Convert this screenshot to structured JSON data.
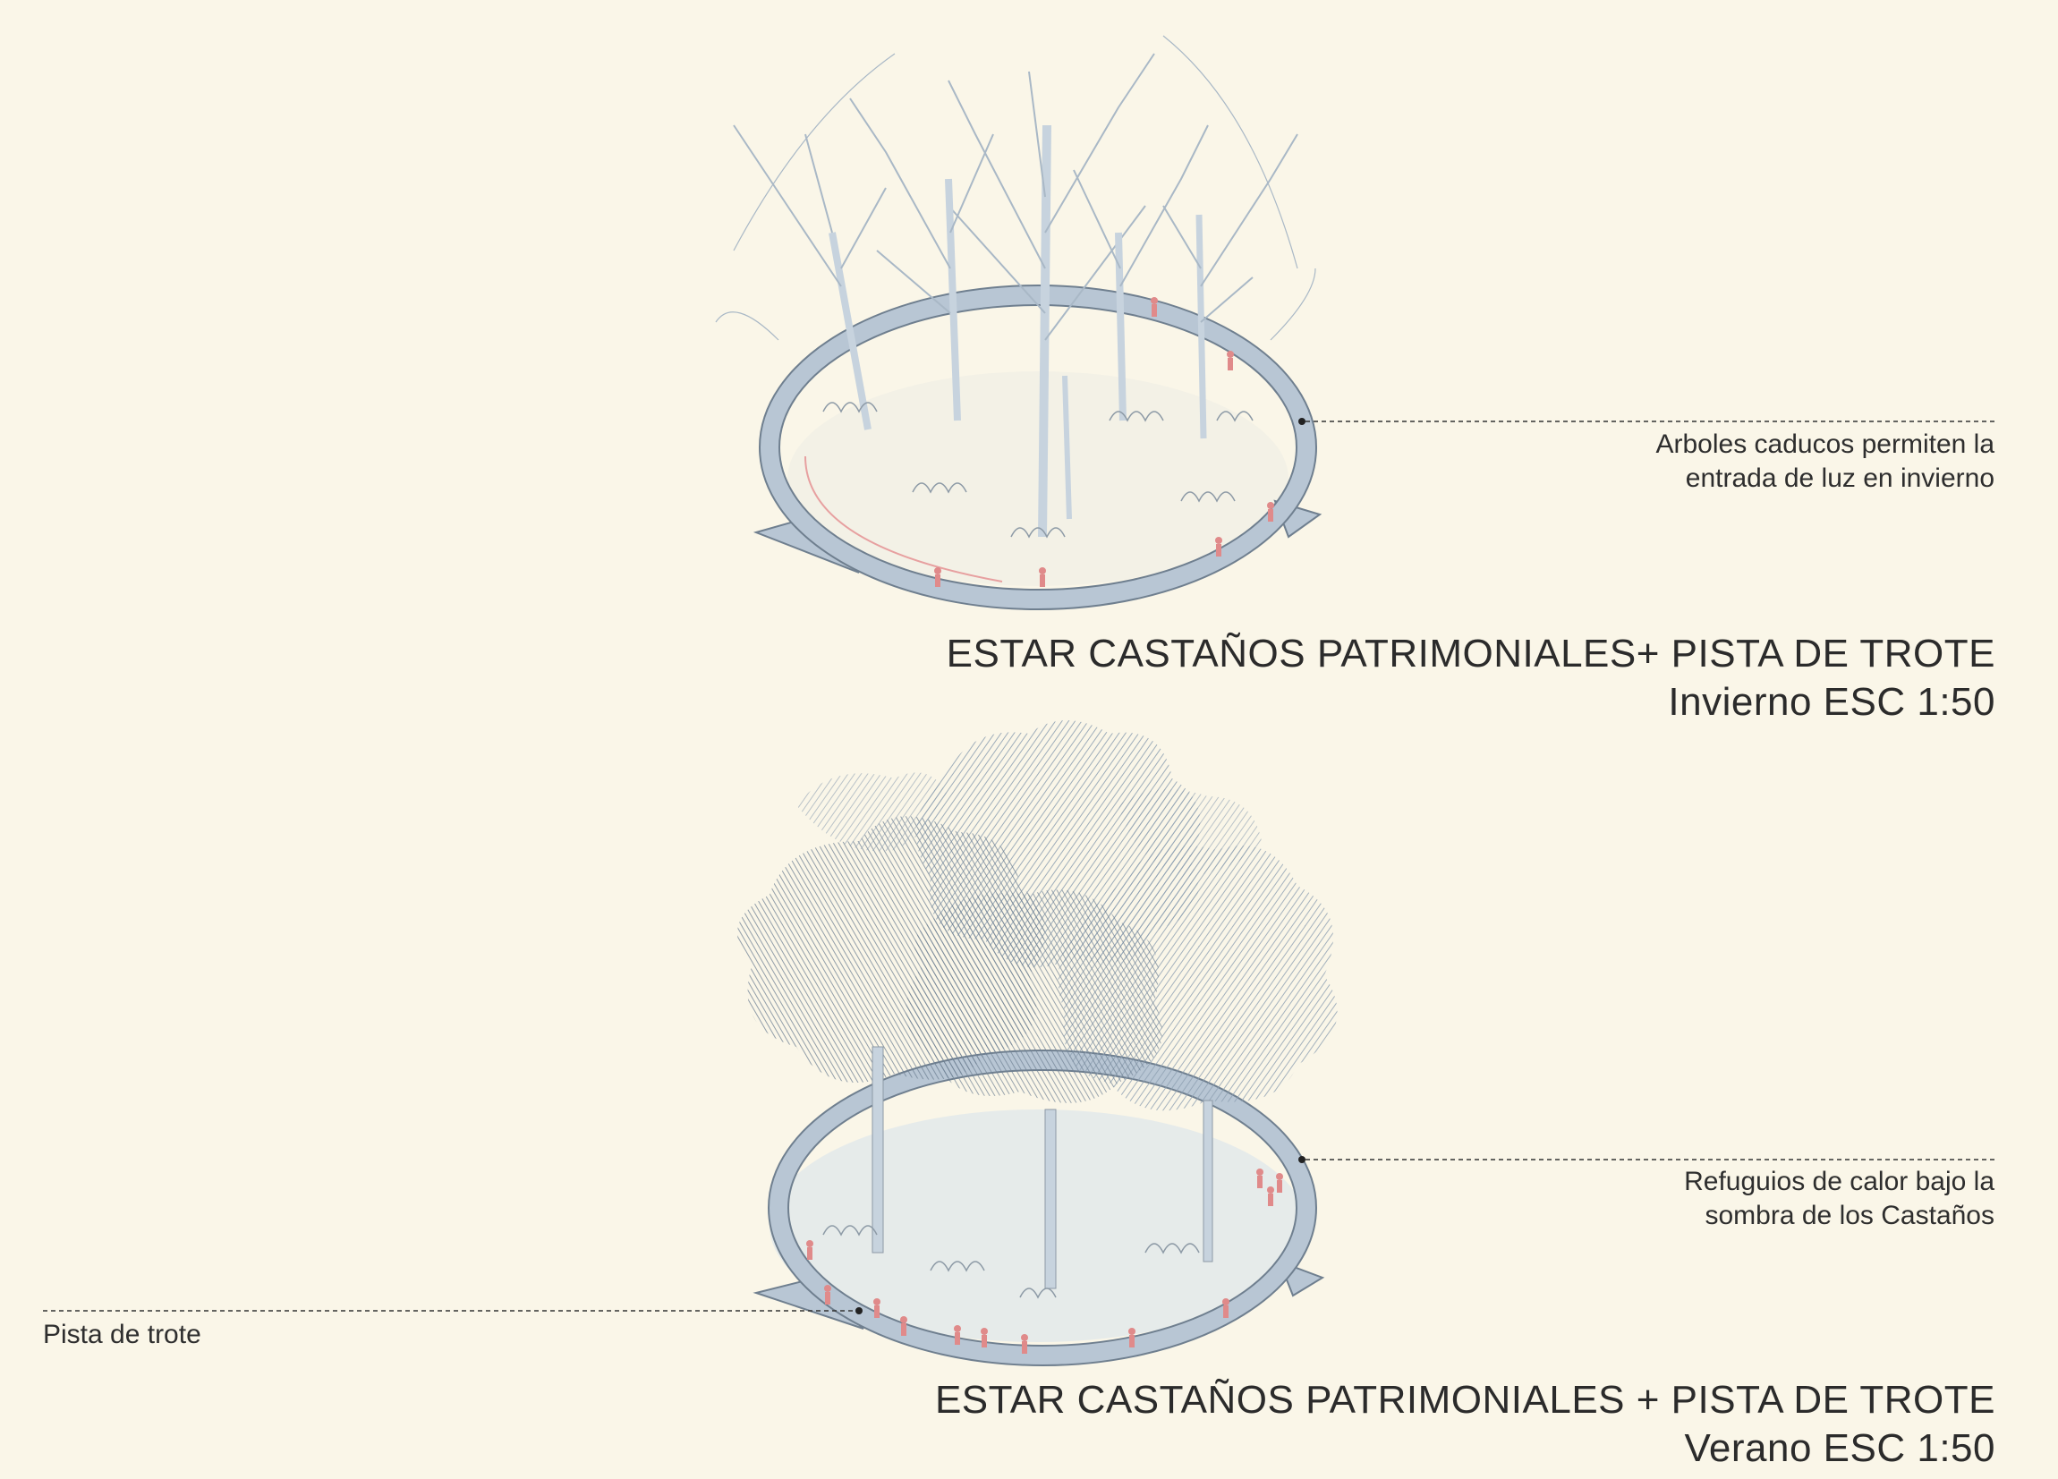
{
  "colors": {
    "background": "#faf6e8",
    "track": "#b8c6d4",
    "track_edge": "#6f7f8f",
    "branches": "#a9b8c6",
    "foliage": "#9fb0c0",
    "people": "#e08a8a",
    "ground": "#dfe6e6"
  },
  "winter": {
    "annotation_line1": "Arboles caducos permiten la",
    "annotation_line2": "entrada de luz en invierno",
    "title_line1": "ESTAR CASTAÑOS PATRIMONIALES+ PISTA DE TROTE",
    "title_line2": "Invierno ESC 1:50"
  },
  "summer": {
    "annotation_line1": "Refuguios de calor bajo la",
    "annotation_line2": "sombra de los Castaños",
    "annotation_left": "Pista de trote",
    "title_line1": "ESTAR CASTAÑOS PATRIMONIALES + PISTA DE TROTE",
    "title_line2": "Verano ESC 1:50"
  },
  "icons": {
    "tree": "deciduous-tree-icon",
    "canopy": "tree-canopy-icon",
    "person": "person-figure-icon",
    "track": "oval-track-icon"
  }
}
